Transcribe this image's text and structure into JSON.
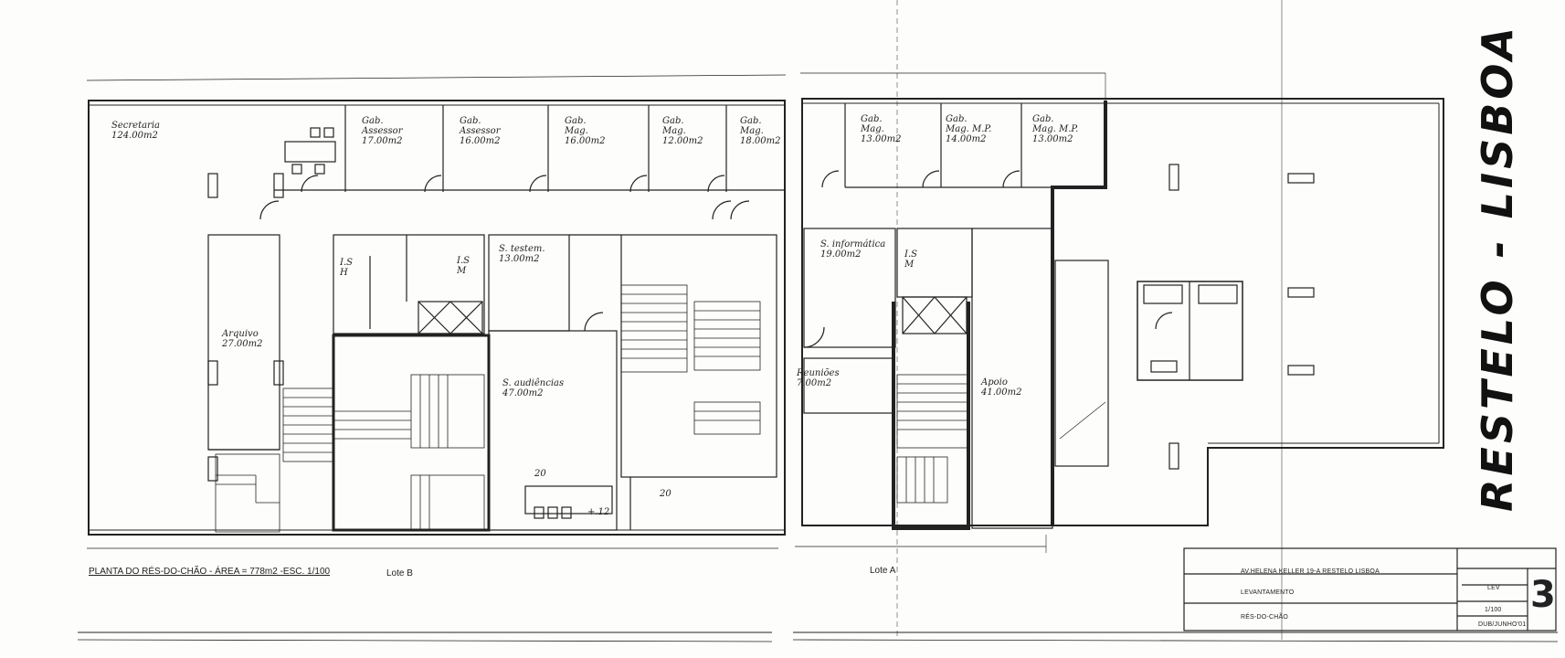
{
  "drawing": {
    "caption": "PLANTA DO RÉS-DO-CHÃO - ÁREA = 778m2 -ESC. 1/100",
    "lote_b": "Lote B",
    "lote_a": "Lote A",
    "title_handwritten": "RESTELO - LISBOA 3",
    "sheet_number_large": "3"
  },
  "rooms": {
    "secretaria": "Secretaria\n124.00m2",
    "gab_assessor_1": "Gab.\nAssessor\n17.00m2",
    "gab_assessor_2": "Gab.\nAssessor\n16.00m2",
    "gab_mag_1": "Gab.\nMag.\n16.00m2",
    "gab_mag_2": "Gab.\nMag.\n12.00m2",
    "gab_mag_3": "Gab.\nMag.\n18.00m2",
    "gab_mag_4": "Gab.\nMag.\n13.00m2",
    "gab_mag_mp_1": "Gab.\nMag. M.P.\n14.00m2",
    "gab_mag_mp_2": "Gab.\nMag. M.P.\n13.00m2",
    "is_h": "I.S\nH",
    "is_m_b": "I.S\nM",
    "s_testem": "S. testem.\n13.00m2",
    "arquivo": "Arquivo\n27.00m2",
    "s_audiencias": "S. audiências\n47.00m2",
    "s_informatica": "S. informática\n19.00m2",
    "is_m_a": "I.S\nM",
    "reunioes": "Reuniões\n7.00m2",
    "apoio": "Apoio\n41.00m2",
    "label_20a": "20",
    "label_20b": "20",
    "label_12": "+.12"
  },
  "title_block": {
    "address": "AV.HELENA KELLER 19-A RESTELO LISBOA",
    "subject": "LEVANTAMENTO",
    "floor": "RÉS-DO-CHÃO",
    "scale": "1/100",
    "code": "LEV",
    "date": "DUB/JUNHO'01",
    "sheet": "3"
  }
}
